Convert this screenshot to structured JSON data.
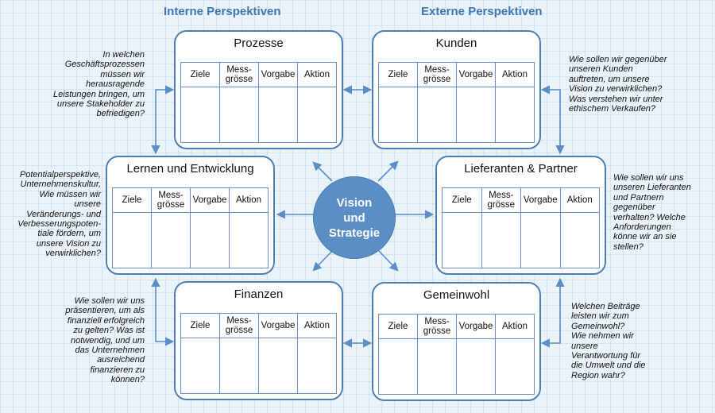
{
  "headings": {
    "internal": "Interne Perspektiven",
    "external": "Externe Perspektiven"
  },
  "center": {
    "label": "Vision\nund\nStrategie"
  },
  "columns": [
    "Ziele",
    "Mess-\ngrösse",
    "Vorgabe",
    "Aktion"
  ],
  "boxes": {
    "prozesse": {
      "title": "Prozesse"
    },
    "kunden": {
      "title": "Kunden"
    },
    "lernen": {
      "title": "Lernen und Entwicklung"
    },
    "lieferanten": {
      "title": "Lieferanten & Partner"
    },
    "finanzen": {
      "title": "Finanzen"
    },
    "gemeinwohl": {
      "title": "Gemeinwohl"
    }
  },
  "questions": {
    "prozesse": "In welchen\nGeschäftsprozessen\nmüssen wir\nherausragende\nLeistungen bringen, um\nunsere Stakeholder zu\nbefriedigen?",
    "kunden": "Wie sollen wir gegenüber\nunseren Kunden\nauftreten, um unsere\nVision zu verwirklichen?\nWas verstehen wir unter\nethischem Verkaufen?",
    "lernen": "Potentialperspektive,\nUnternehmenskultur,\nWie müssen wir\nunsere\nVeränderungs- und\nVerbesserungspoten-\ntiale fördern, um\nunsere Vision zu\nverwirklichen?",
    "lieferanten": "Wie sollen wir uns\nunseren Lieferanten\nund Partnern\ngegenüber\nverhalten? Welche\nAnforderungen\nkönne wir an sie\nstellen?",
    "finanzen": "Wie sollen wir uns\npräsentieren, um als\nfinanziell erfolgreich\nzu gelten? Was ist\nnotwendig, und um\ndas Unternehmen\nausreichend\nfinanzieren zu\nkönnen?",
    "gemeinwohl": "Welchen Beiträge\nleisten wir zum\nGemeinwohl?\nWie nehmen wir\nunsere\nVerantwortung für\ndie Umwelt und die\nRegion wahr?"
  },
  "colors": {
    "box_border": "#4f7fb1",
    "center_fill": "#5b8ec4",
    "heading": "#3b78b4",
    "arrow": "#5b8ec4"
  }
}
